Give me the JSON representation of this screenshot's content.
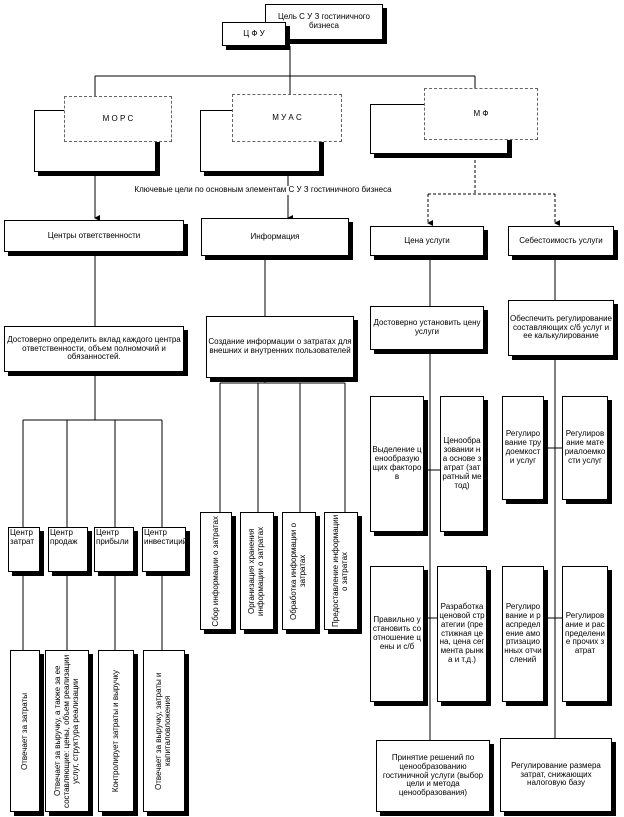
{
  "top": {
    "goal": "Цель   С У З   гостиничного бизнеса",
    "cfu": "Ц Ф У"
  },
  "level2": {
    "mors": "М О Р С",
    "muas": "М У А С",
    "mf": "М Ф"
  },
  "key_goals_label": "Ключевые цели по основным элементам  С У З   гостиничного бизнеса",
  "col1": {
    "header": "Центры ответственности",
    "goal": "Достоверно определить вклад каждого центра ответственности, объем полномочий и обязанностей.",
    "centers": [
      "Центр затрат",
      "Центр продаж",
      "Центр прибыли",
      "Центр инвестиций"
    ],
    "duties": [
      "Отвечает за затраты",
      "Отвечает за выручку,   а также за ее составляющие: цены, объем реализации услуг, структура реализации",
      "Контролирует затраты и выручку",
      "Отвечает за выручку, затраты и капиталовложения"
    ]
  },
  "col2": {
    "header": "Информация",
    "goal": "Создание информации о затратах для внешних и внутренних пользователей",
    "tasks": [
      "Сбор информации о затратах",
      "Организация хранения информации о затратах",
      "Обработка информации о затратах",
      "Предоставление информации о затратах"
    ]
  },
  "col3": {
    "header": "Цена услуги",
    "goal": "Достоверно установить цену услуги",
    "box_a": "Выделение ценообразующих факторов",
    "box_b": "Ценообразовании на основе затрат (затратный метод)",
    "box_c": "Правильно установить соотношение цены и с/б",
    "box_d": "Разработка ценовой стратегии (престижная цена, цена сегмента рынка и т.д.)",
    "bottom": "Принятие решений по ценообразованию гостиничной услуги (выбор цели и метода ценообразования)"
  },
  "col4": {
    "header": "Себестоимость услуги",
    "goal": "Обеспечить регулирование составляющих с/б услуг и ее калькулирование",
    "box_a": "Регулирование трудоемкости услуг",
    "box_b": "Регулирование материалоемкости услуг",
    "box_c": "Регулирование и распределение амортизационных отчислений",
    "box_d": "Регулирование и распределение прочих затрат",
    "bottom": "Регулирование размера затрат, снижающих налоговую базу"
  }
}
